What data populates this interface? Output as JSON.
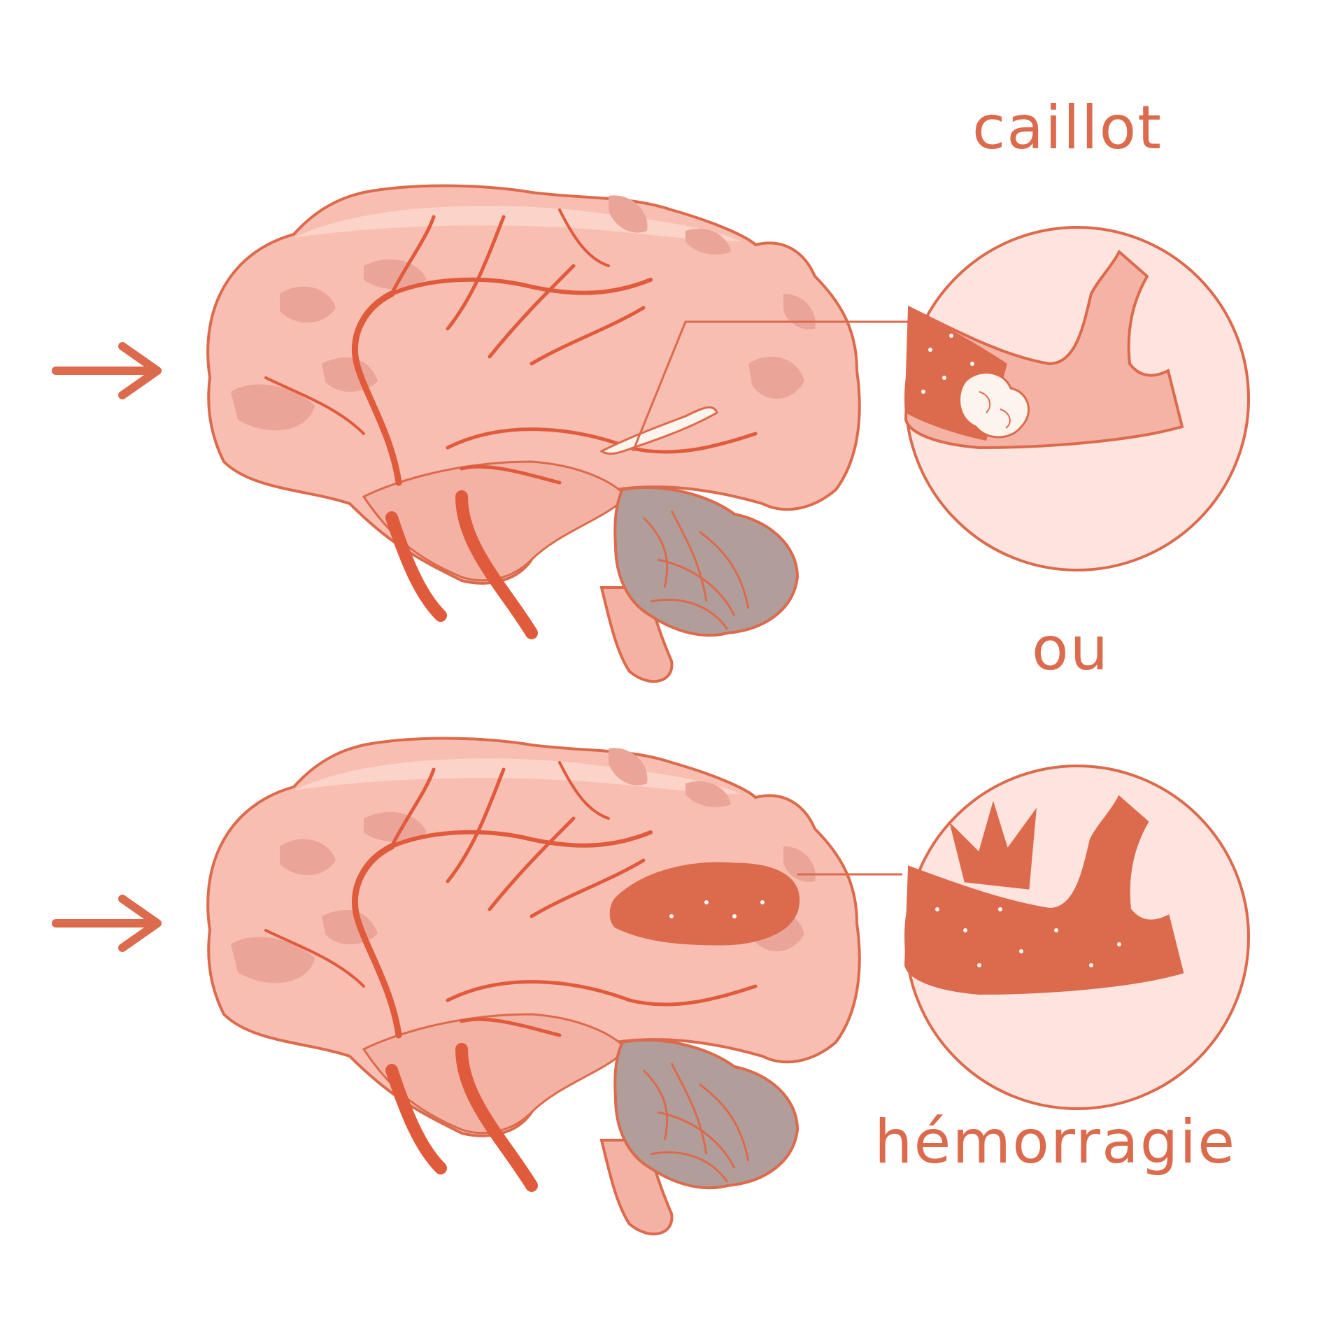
{
  "labels": {
    "clot": "caillot",
    "or": "ou",
    "hemorrhage": "hémorragie"
  },
  "colors": {
    "outline": "#dc6a4c",
    "artery": "#e05a3c",
    "brain_fill": "#f7beb1",
    "brain_light": "#fbd3c9",
    "gyri": "#eba598",
    "cerebellum": "#b19e9b",
    "blood": "#dc6a4c",
    "circle_fill": "#fde4de",
    "vessel_fill": "#f5b3a6",
    "clot": "#fdf4ee"
  },
  "icons": [
    "arrow-right-icon",
    "brain-icon",
    "magnifier-circle-icon",
    "blood-clot-icon",
    "hemorrhage-icon"
  ]
}
